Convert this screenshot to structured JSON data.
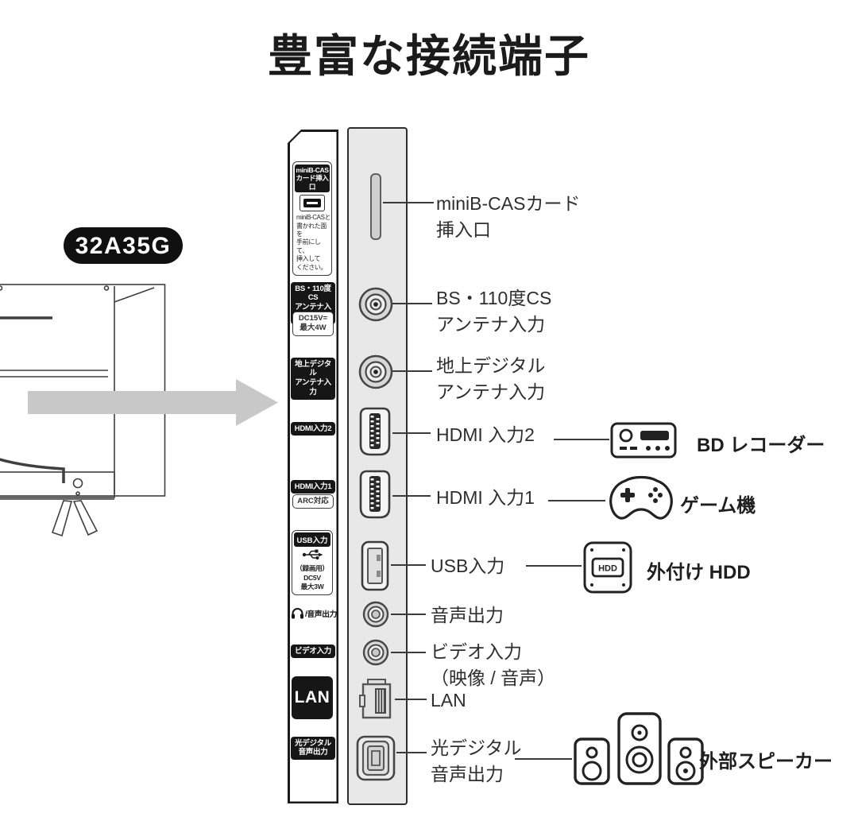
{
  "title": "豊富な接続端子",
  "model_badge": "32A35G",
  "colors": {
    "panel_gray": "#e8e8e8",
    "arrow_gray": "#c8c8c8",
    "label_black": "#161616",
    "line_color": "#3a3a3a"
  },
  "strip_labels": {
    "minibcas_header1": "miniB-CAS",
    "minibcas_header2": "カード挿入口",
    "minibcas_note1": "miniB-CASと",
    "minibcas_note2": "書かれた面を",
    "minibcas_note3": "手前にして、",
    "minibcas_note4": "挿入して",
    "minibcas_note5": "ください。",
    "bs1": "BS・110度CS",
    "bs2": "アンテナ入力",
    "bs_spec1": "DC15V=",
    "bs_spec2": "最大4W",
    "terrestrial1": "地上デジタル",
    "terrestrial2": "アンテナ入力",
    "hdmi2": "HDMI入力2",
    "hdmi1": "HDMI入力1",
    "hdmi1_spec": "ARC対応",
    "usb": "USB入力",
    "usb_spec1": "（録画用）",
    "usb_spec2": "DC5V",
    "usb_spec3": "最大3W",
    "audio_out": "/音声出力",
    "video_in": "ビデオ入力",
    "lan": "LAN",
    "optical1": "光デジタル",
    "optical2": "音声出力"
  },
  "callouts": {
    "minibcas1": "miniB-CASカード",
    "minibcas2": "挿入口",
    "bs1": "BS・110度CS",
    "bs2": "アンテナ入力",
    "terrestrial1": "地上デジタル",
    "terrestrial2": "アンテナ入力",
    "hdmi2": "HDMI 入力2",
    "hdmi1": "HDMI 入力1",
    "usb": "USB入力",
    "audio_out": "音声出力",
    "video_in1": "ビデオ入力",
    "video_in2": "（映像 / 音声）",
    "lan": "LAN",
    "optical1": "光デジタル",
    "optical2": "音声出力"
  },
  "devices": {
    "bd_recorder": "BD レコーダー",
    "game_console": "ゲーム機",
    "external_hdd": "外付け HDD",
    "hdd_icon_label": "HDD",
    "external_speaker": "外部スピーカー"
  }
}
